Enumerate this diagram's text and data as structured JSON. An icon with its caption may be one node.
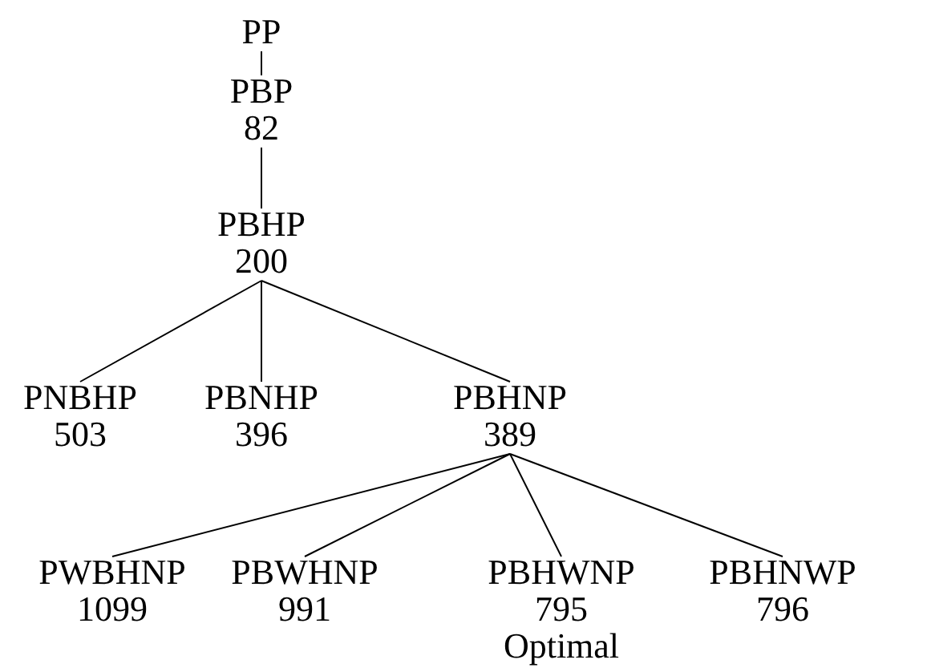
{
  "diagram": {
    "nodes": [
      {
        "text": [
          "PP"
        ]
      },
      {
        "text": [
          "PBP",
          "82"
        ]
      },
      {
        "text": [
          "PBHP",
          "200"
        ]
      },
      {
        "text": [
          "PNBHP",
          "503"
        ]
      },
      {
        "text": [
          "PBNHP",
          "396"
        ]
      },
      {
        "text": [
          "PBHNP",
          "389"
        ]
      },
      {
        "text": [
          "PWBHNP",
          "1099"
        ]
      },
      {
        "text": [
          "PBWHNP",
          "991"
        ]
      },
      {
        "text": [
          "PBHWNP",
          "795"
        ],
        "beside": [
          "Optimal"
        ]
      },
      {
        "text": [
          "PBHNWP",
          "796"
        ]
      }
    ],
    "edges": [
      {
        "from": 0,
        "to": 1,
        "arrow": "none"
      },
      {
        "from": 1,
        "to": 2,
        "arrow": "none"
      },
      {
        "from": 2,
        "to": 3,
        "arrow": "none"
      },
      {
        "from": 2,
        "to": 4,
        "arrow": "none"
      },
      {
        "from": 2,
        "to": 5,
        "arrow": "none"
      },
      {
        "from": 5,
        "to": 6,
        "arrow": "none"
      },
      {
        "from": 5,
        "to": 7,
        "arrow": "none"
      },
      {
        "from": 5,
        "to": 8,
        "arrow": "none"
      },
      {
        "from": 5,
        "to": 9,
        "arrow": "none"
      }
    ]
  }
}
